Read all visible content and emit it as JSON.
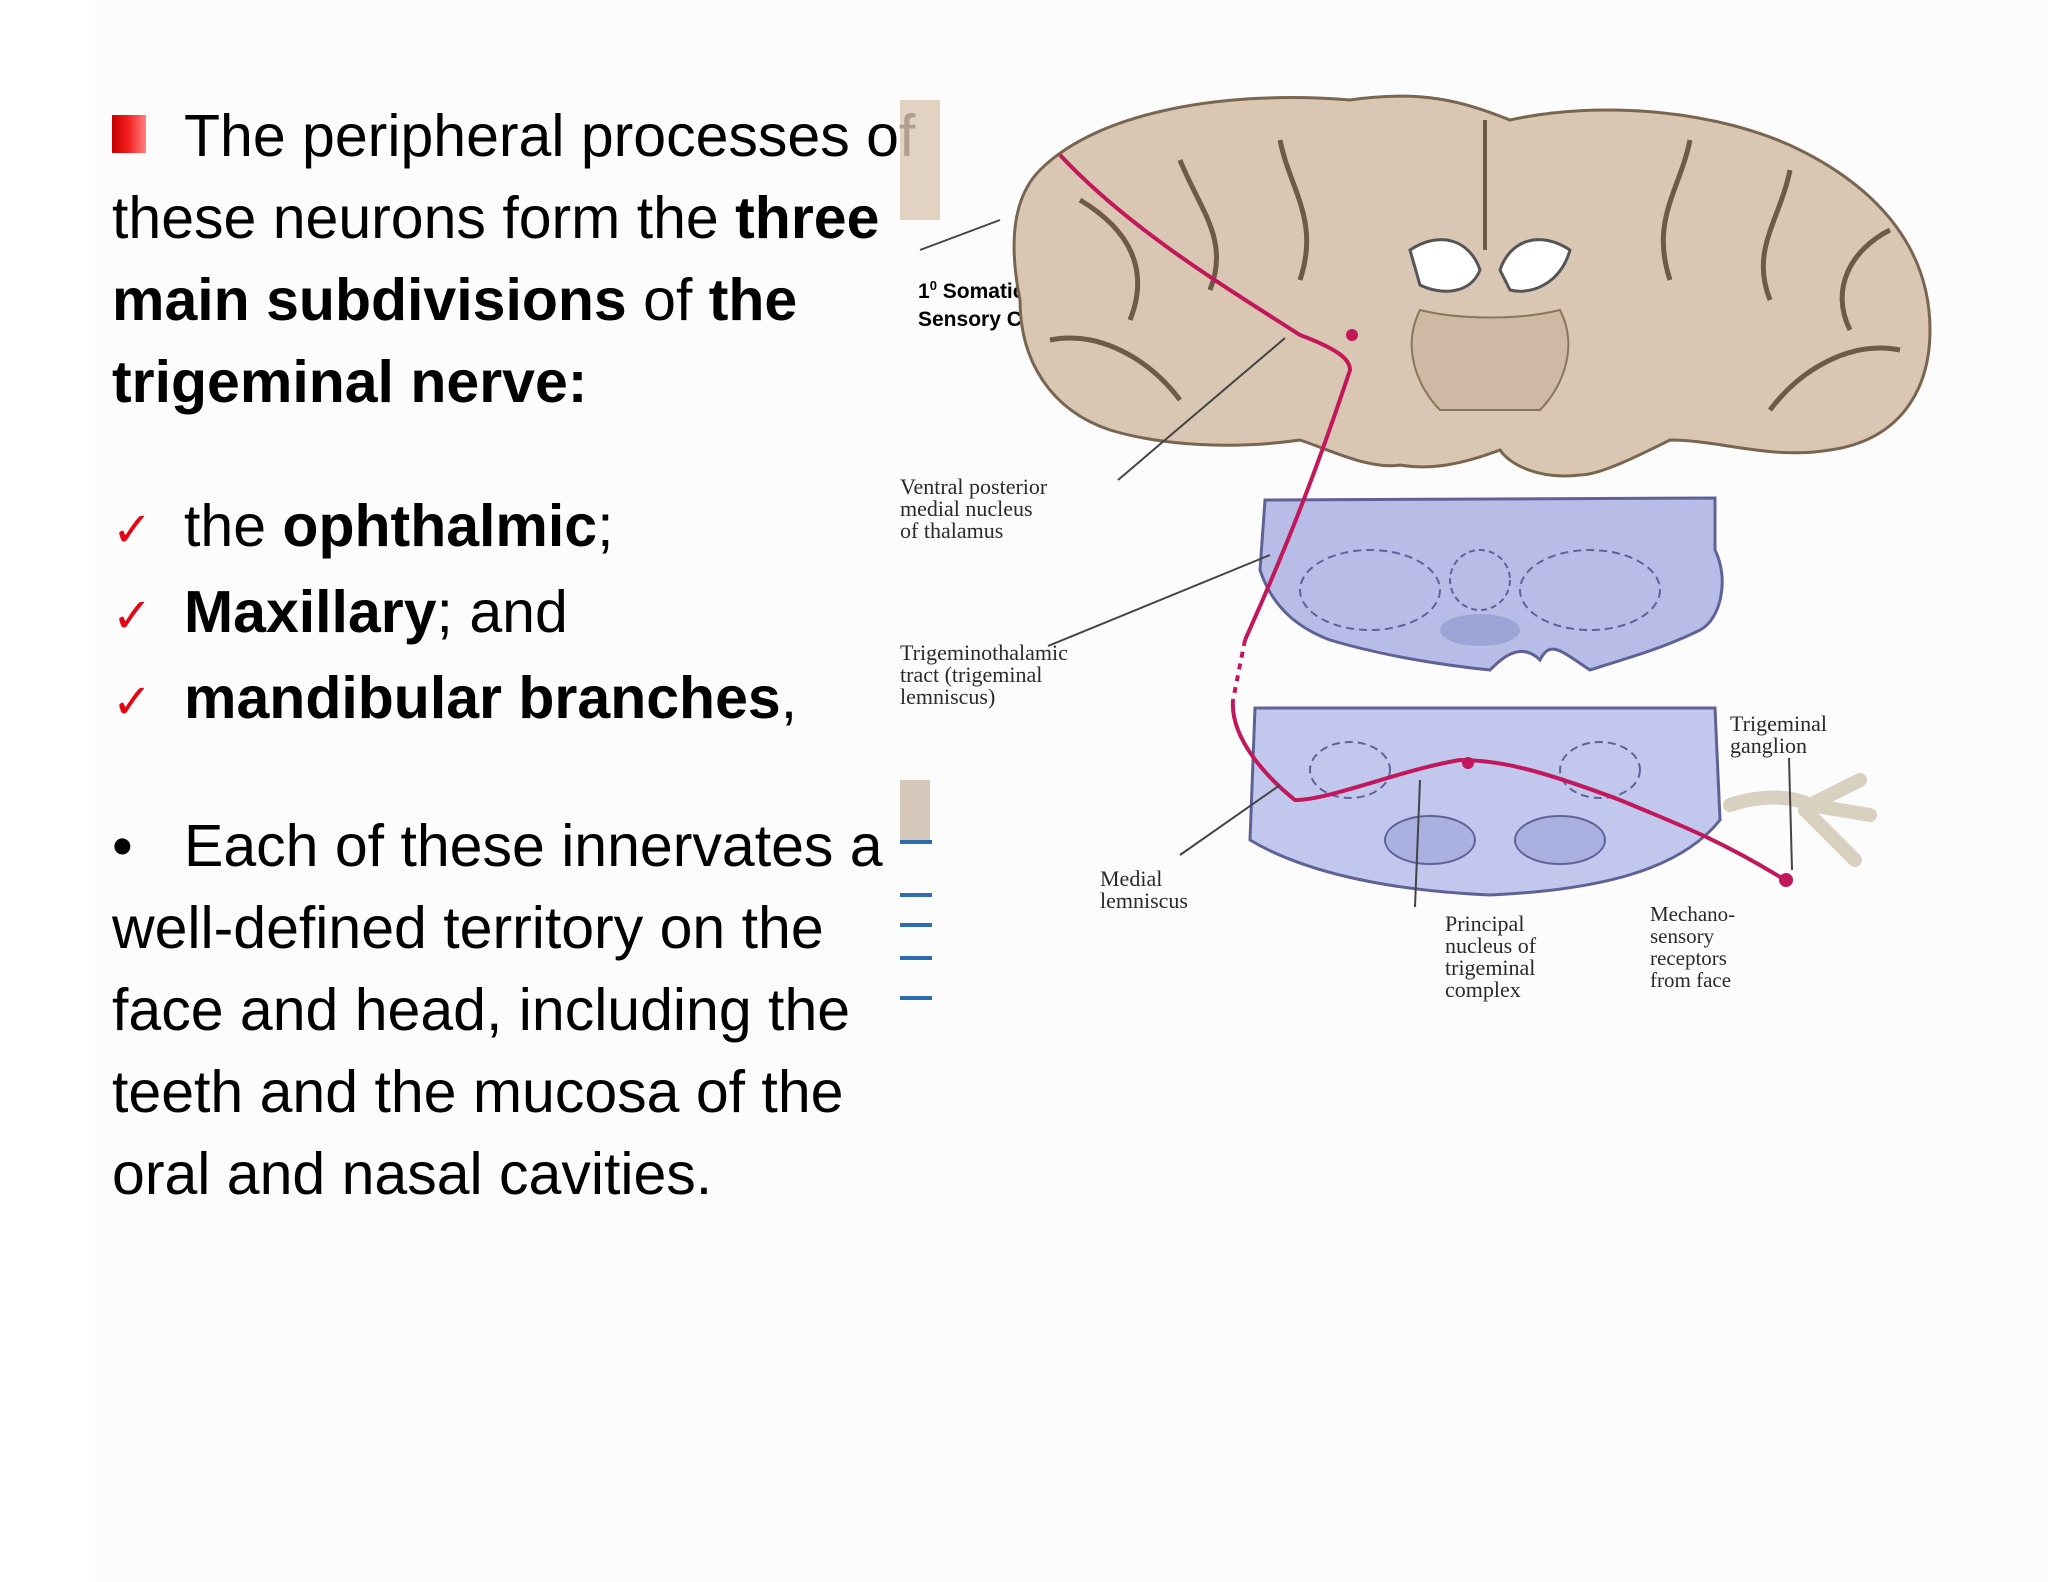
{
  "text": {
    "para1": {
      "l1": "The peripheral processes of",
      "l2a": "these neurons form the ",
      "l2b": "three",
      "l3a": "main subdivisions",
      "l3b": " of ",
      "l3c": "the",
      "l4": "trigeminal nerve:"
    },
    "checks": {
      "c1a": "the ",
      "c1b": "ophthalmic",
      "c1c": ";",
      "c2a": "Maxillary",
      "c2b": "; and",
      "c3a": "mandibular branches",
      "c3b": ","
    },
    "check_glyph": "✓",
    "bullet_glyph": "•",
    "para2": {
      "l1": "Each of these innervates a",
      "l2": "well-defined territory on the",
      "l3": "face and head, including the",
      "l4": "teeth and the mucosa of the",
      "l5": "oral and nasal cavities."
    }
  },
  "figure": {
    "cortex_label_1": "1",
    "cortex_label_sup": "0",
    "cortex_label_2": " Somatic",
    "cortex_label_3": "Sensory Cortex",
    "vpm": [
      "Ventral posterior",
      "medial nucleus",
      "of thalamus"
    ],
    "trigeminothalamic": [
      "Trigeminothalamic",
      "tract (trigeminal",
      "lemniscus)"
    ],
    "ganglion": [
      "Trigeminal",
      "ganglion"
    ],
    "medial_lemniscus": [
      "Medial",
      "lemniscus"
    ],
    "principal": [
      "Principal",
      "nucleus of",
      "trigeminal",
      "complex"
    ],
    "mechano": [
      "Mechano-",
      "sensory",
      "receptors",
      "from face"
    ]
  },
  "colors": {
    "check": "#e30613",
    "pathway": "#c2185b",
    "brain": "#d9c7b3",
    "brainstem": "#b7bde6"
  }
}
